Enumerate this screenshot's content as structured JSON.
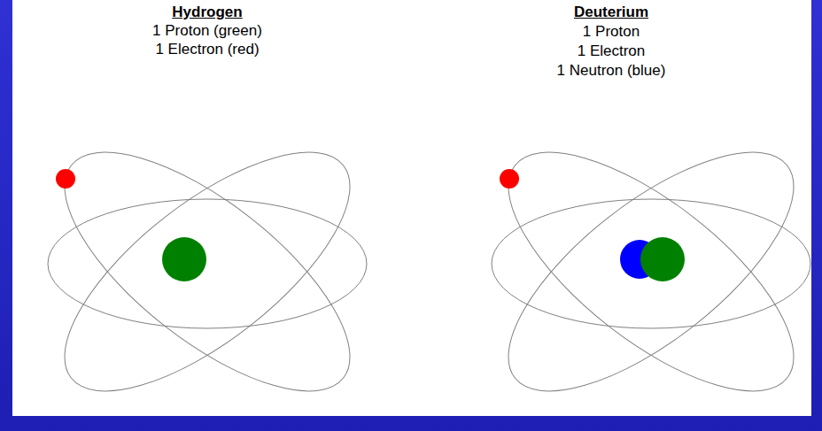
{
  "diagram": {
    "labels": [
      "Hydrogen",
      "1 Proton (green)",
      "1 Electron (red)",
      "Deuterium",
      "1 Proton",
      "1 Electron",
      "1 Neutron (blue)"
    ]
  }
}
